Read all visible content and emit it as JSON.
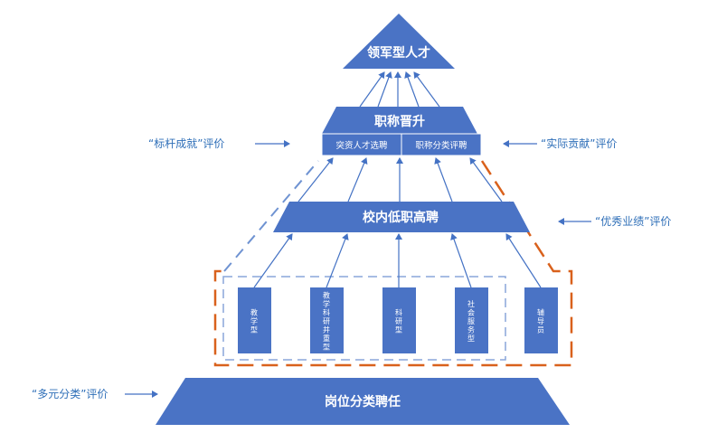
{
  "colors": {
    "shape_fill": "#4a73c5",
    "orange_dash": "#d9611c",
    "blue_dash": "#6f93d2",
    "side_text": "#2f6fb8"
  },
  "levels": {
    "top": "领军型人才",
    "title_promotion": "职称晋升",
    "sub_left": "突资人才选聘",
    "sub_right": "职称分类评聘",
    "internal": "校内低职高聘",
    "base": "岗位分类聘任"
  },
  "categories": [
    "教学型",
    "教学科研并重型",
    "科研型",
    "社会服务型",
    "辅导员"
  ],
  "side_labels": {
    "biaogan": "“标杆成就”评价",
    "shiji": "“实际贡献”评价",
    "youxiu": "“优秀业绩”评价",
    "duoyuan": "“多元分类”评价"
  }
}
